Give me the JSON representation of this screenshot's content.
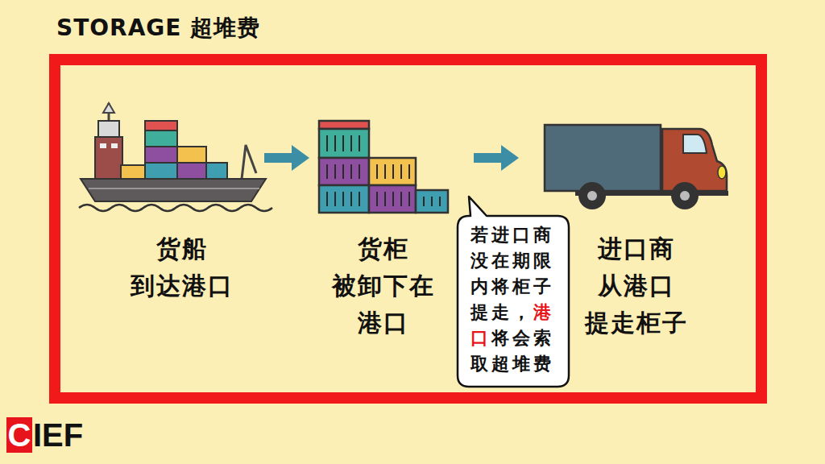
{
  "diagram": {
    "title": "STORAGE 超堆费",
    "nodes": [
      {
        "text": [
          "若进口商没在期限内将柜子提走，",
          "港口",
          "将会索取超堆费"
        ]
      }
    ],
    "labels": [
      "货船 到达港口",
      "货柜 被卸下在 港口",
      "进口商 从港口 提走柜子",
      "C",
      "IEF"
    ]
  }
}
